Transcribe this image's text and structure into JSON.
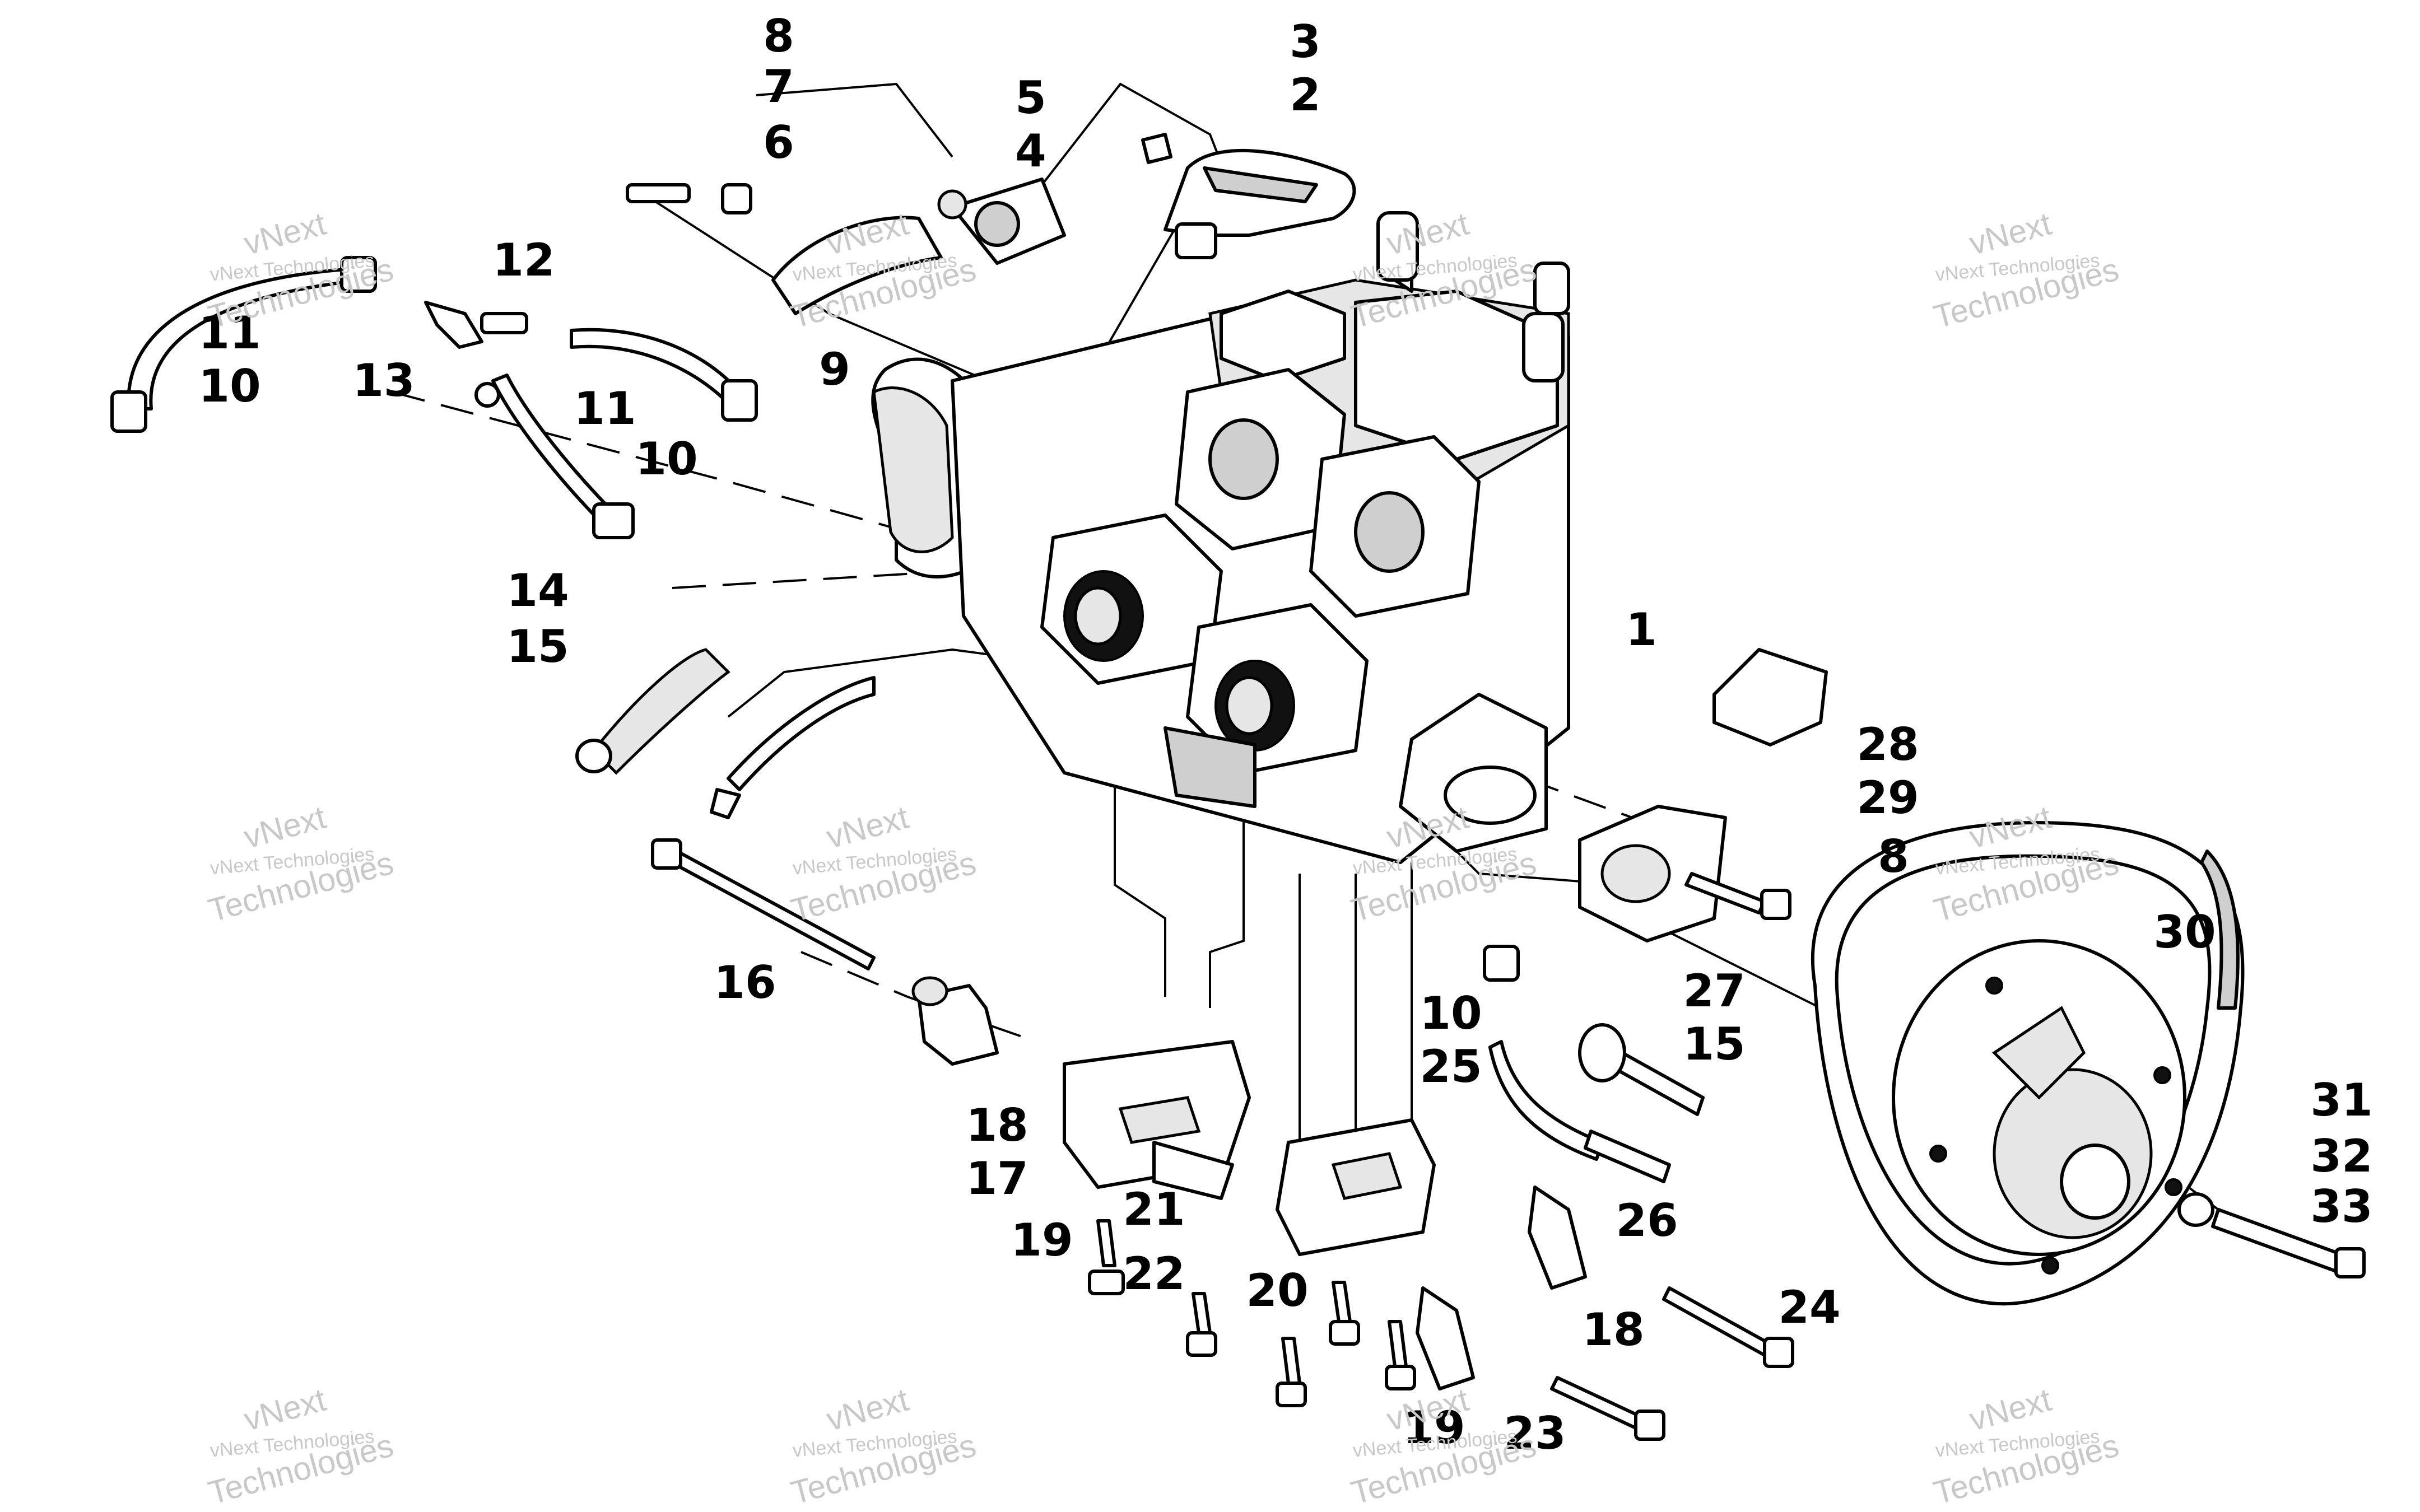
{
  "diagram": {
    "callouts": [
      "1",
      "2",
      "3",
      "4",
      "5",
      "6",
      "7",
      "8",
      "9",
      "10",
      "11",
      "12",
      "13",
      "14",
      "15",
      "16",
      "17",
      "18",
      "19",
      "20",
      "21",
      "22",
      "23",
      "24",
      "25",
      "26",
      "27",
      "28",
      "29",
      "30",
      "31",
      "32",
      "33"
    ]
  },
  "watermark": {
    "line1": "vNext",
    "line2": "vNext Technologies",
    "line3": "Technologies"
  }
}
